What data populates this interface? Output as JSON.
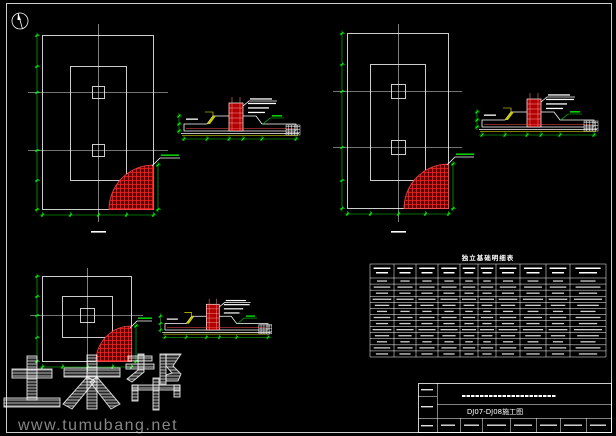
{
  "drawing": {
    "background": "#000000",
    "colors": {
      "outline": "#ffffff",
      "dimension": "#00ff00",
      "rebar_hatch": "#ff2020",
      "annotation": "#ffff00"
    }
  },
  "icons": {
    "north_arrow": "north-arrow-icon"
  },
  "foundation_schedule": {
    "title": "独立基础明细表"
  },
  "title_block": {
    "drawing_title": "DJ07-DJ08施工图"
  },
  "watermark": {
    "logo_text": "土木帮",
    "url": "www.tumubang.net"
  }
}
